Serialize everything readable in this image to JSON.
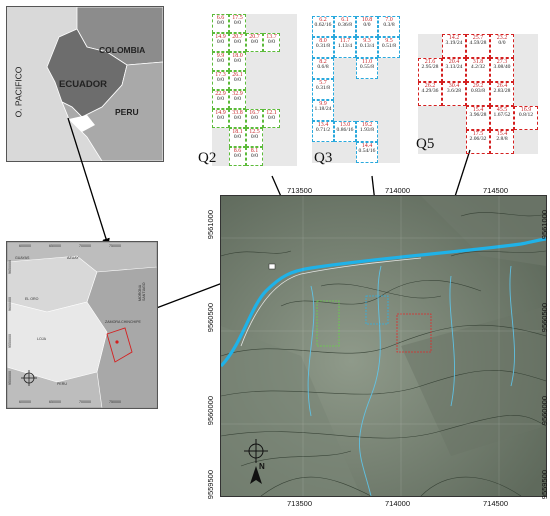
{
  "country_inset": {
    "labels": {
      "colombia": "COLOMBIA",
      "ecuador": "ECUADOR",
      "peru": "PERU",
      "ocean": "O. PACIFICO"
    }
  },
  "regional_inset": {
    "labels": {
      "guayas": "GUAYAS",
      "azuay": "AZUAY",
      "el_oro": "EL ORO",
      "loja": "LOJA",
      "morona": "MORONA SANTIAGO",
      "zamora": "ZAMORA CHINCHIPE",
      "peru": "PERU"
    },
    "x_ticks": [
      "600000",
      "650000",
      "700000",
      "750000",
      "800000"
    ],
    "y_ticks": [
      "9650000",
      "9600000",
      "9550000",
      "9500000",
      "9450000"
    ]
  },
  "plots": {
    "Q2": {
      "label": "Q2",
      "cols": 5,
      "cells": [
        [
          "6.6",
          "0/0"
        ],
        [
          "17.5",
          "0/0"
        ],
        null,
        null,
        null,
        [
          "14.9",
          "0/0"
        ],
        [
          "20.7",
          "0/0"
        ],
        [
          "20.7",
          "0/0"
        ],
        [
          "13.7",
          "0/0"
        ],
        null,
        [
          "9.9",
          "0/0"
        ],
        [
          "18.0",
          "0/0"
        ],
        null,
        null,
        null,
        [
          "17.3",
          "0/0"
        ],
        [
          "26.1",
          "0/0"
        ],
        null,
        null,
        null,
        [
          "22.9",
          "0/0"
        ],
        [
          "32.9",
          "0/0"
        ],
        null,
        null,
        null,
        [
          "14.9",
          "0/0"
        ],
        [
          "33.8",
          "0/0"
        ],
        [
          "16.7",
          "0/0"
        ],
        [
          "12.1",
          "0/0"
        ],
        null,
        null,
        [
          "18.1",
          "0/0"
        ],
        [
          "12.5",
          "0/0"
        ],
        null,
        null,
        null,
        [
          "8.6",
          "0/0"
        ],
        [
          "8.1",
          "0/0"
        ],
        null,
        null
      ]
    },
    "Q3": {
      "label": "Q3",
      "cols": 4,
      "cells": [
        [
          "6.2",
          "0.62/16"
        ],
        [
          "6.1",
          "0.36/8"
        ],
        [
          "10.8",
          "0/0"
        ],
        [
          "7.0",
          "0.3/8"
        ],
        [
          "8.0",
          "0.31/8"
        ],
        [
          "11.7",
          "1.13/4"
        ],
        [
          "9.3",
          "0.13/4"
        ],
        [
          "9.5",
          "0.51/8"
        ],
        [
          "8.2",
          "0.6/8"
        ],
        null,
        [
          "11.0",
          "0.55/8"
        ],
        null,
        [
          "5.7",
          "0.31/8"
        ],
        null,
        null,
        null,
        [
          "9.9",
          "1.18/24"
        ],
        null,
        null,
        null,
        [
          "13.4",
          "0.71/2"
        ],
        [
          "13.0",
          "0.86/16"
        ],
        [
          "19.2",
          "1.93/8"
        ],
        null,
        null,
        null,
        [
          "14.4",
          "0.54/16"
        ],
        null
      ]
    },
    "Q5": {
      "label": "Q5",
      "cols": 5,
      "cells": [
        null,
        [
          "14.2",
          "3.19/24"
        ],
        [
          "25.7",
          "4.59/28"
        ],
        [
          "23.2",
          "0/0"
        ],
        null,
        [
          "21.6",
          "2.95/28"
        ],
        [
          "20.4",
          "3.13/24"
        ],
        [
          "31.8",
          "4.2/32"
        ],
        [
          "27.3",
          "3.08/40"
        ],
        null,
        [
          "26.2",
          "4.29/36"
        ],
        [
          "30.4",
          "3.6/28"
        ],
        [
          "29.2",
          "0.83/8"
        ],
        [
          "26.4",
          "2.83/28"
        ],
        null,
        null,
        null,
        [
          "15.4",
          "3.96/28"
        ],
        [
          "45.5",
          "1.67/52"
        ],
        [
          "16.9",
          "0.8/12"
        ],
        null,
        null,
        [
          "17.5",
          "2.06/32"
        ],
        [
          "15.4",
          "2.8/8"
        ],
        null
      ]
    }
  },
  "main_map": {
    "x_ticks": [
      "713500",
      "714000",
      "714500"
    ],
    "y_ticks": [
      "9561000",
      "9560500",
      "9560000",
      "9559500"
    ],
    "north": "N"
  }
}
